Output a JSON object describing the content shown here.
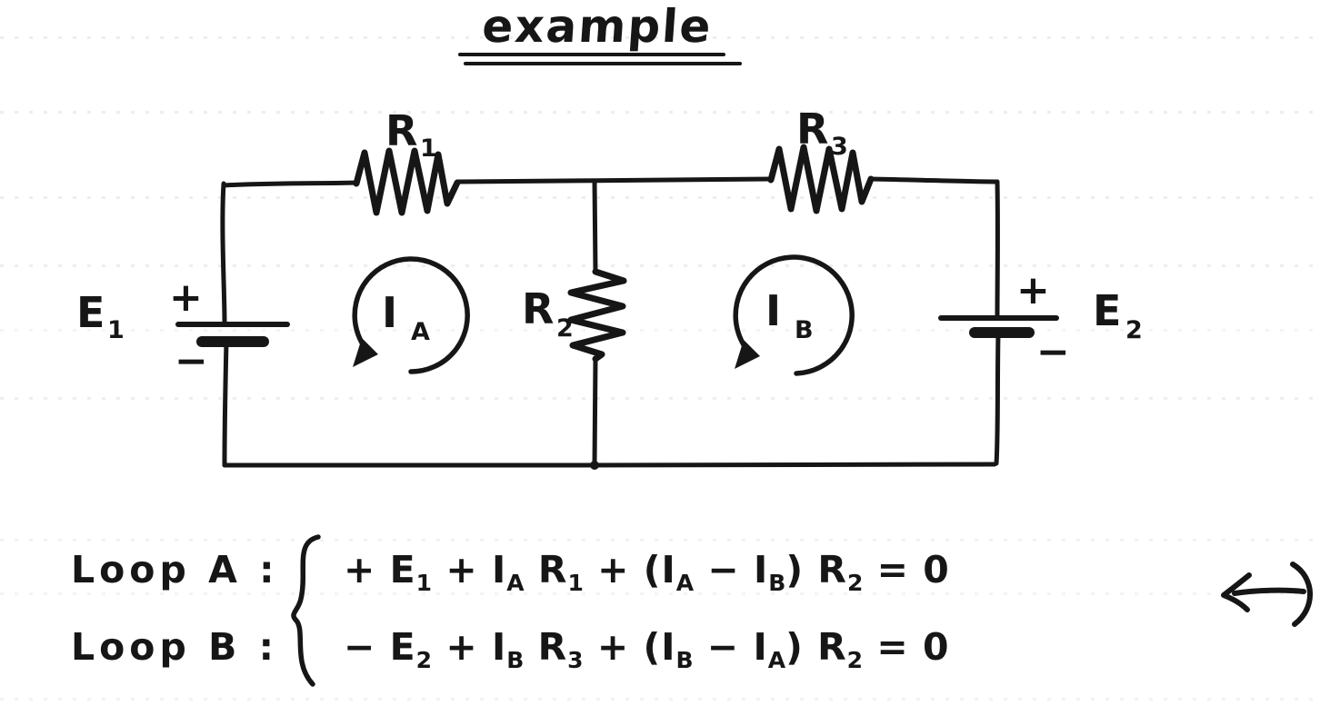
{
  "colors": {
    "ink": "#161616",
    "paper": "#ffffff"
  },
  "title": {
    "text": "example"
  },
  "circuit": {
    "components": {
      "r1": {
        "base": "R",
        "sub": "1"
      },
      "r2": {
        "base": "R",
        "sub": "2"
      },
      "r3": {
        "base": "R",
        "sub": "3"
      },
      "e1": {
        "base": "E",
        "sub": "1",
        "plus": "+",
        "minus": "−"
      },
      "e2": {
        "base": "E",
        "sub": "2",
        "plus": "+",
        "minus": "−"
      },
      "loop_a": {
        "base": "I",
        "sub": "A",
        "direction_icon": "curved-arrow"
      },
      "loop_b": {
        "base": "I",
        "sub": "B",
        "direction_icon": "curved-arrow"
      }
    }
  },
  "equations": {
    "brace_icon": "curly-brace",
    "rows": [
      {
        "name": "loop-a",
        "label": "Loop A :",
        "terms": [
          [
            "+ ",
            ""
          ],
          [
            "E",
            "1"
          ],
          [
            " + ",
            ""
          ],
          [
            "I",
            "A"
          ],
          [
            " ",
            ""
          ],
          [
            "R",
            "1"
          ],
          [
            " + (",
            ""
          ],
          [
            "I",
            "A"
          ],
          [
            " − ",
            ""
          ],
          [
            "I",
            "B"
          ],
          [
            ") ",
            ""
          ],
          [
            "R",
            "2"
          ],
          [
            " = 0",
            ""
          ]
        ],
        "annotation_icon": "left-arrow"
      },
      {
        "name": "loop-b",
        "label": "Loop B :",
        "terms": [
          [
            "− ",
            ""
          ],
          [
            "E",
            "2"
          ],
          [
            " + ",
            ""
          ],
          [
            "I",
            "B"
          ],
          [
            " ",
            ""
          ],
          [
            "R",
            "3"
          ],
          [
            " + (",
            ""
          ],
          [
            "I",
            "B"
          ],
          [
            " − ",
            ""
          ],
          [
            "I",
            "A"
          ],
          [
            ") ",
            ""
          ],
          [
            "R",
            "2"
          ],
          [
            " = 0",
            ""
          ]
        ]
      }
    ]
  }
}
